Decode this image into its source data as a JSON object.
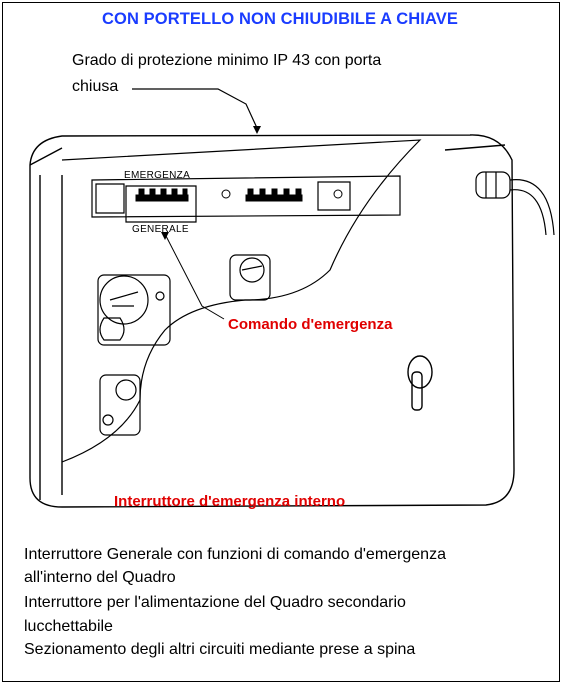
{
  "title": "CON PORTELLO NON CHIUDIBILE A CHIAVE",
  "protection": {
    "line1": "Grado di protezione minimo IP 43 con porta",
    "line2": "chiusa"
  },
  "switch_labels": {
    "top": "EMERGENZA",
    "bottom": "GENERALE"
  },
  "callouts": {
    "emergency_command": "Comando d'emergenza",
    "internal_switch": "Interruttore d'emergenza interno"
  },
  "notes": [
    "Interruttore Generale con funzioni di comando d'emergenza",
    "all'interno del Quadro",
    "Interruttore per l'alimentazione del Quadro secondario",
    "lucchettabile",
    "Sezionamento degli altri circuiti mediante prese a spina"
  ],
  "colors": {
    "title": "#1a3cff",
    "callout": "#e00000",
    "line": "#000000"
  }
}
